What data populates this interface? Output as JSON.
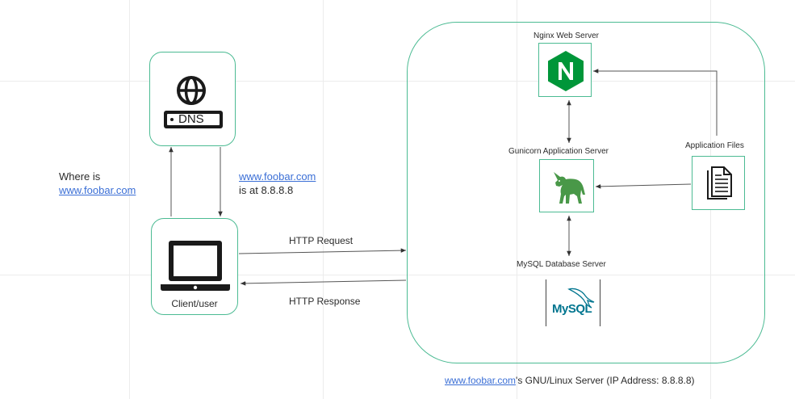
{
  "dns": {
    "label": "DNS"
  },
  "client": {
    "label": "Client/user"
  },
  "query": {
    "line1": "Where is",
    "domain": "www.foobar.com"
  },
  "answer": {
    "domain": "www.foobar.com",
    "line2": "is at 8.8.8.8"
  },
  "http": {
    "request": "HTTP Request",
    "response": "HTTP Response"
  },
  "server": {
    "nginx_title": "Nginx Web Server",
    "nginx_logo_letter": "N",
    "gunicorn_title": "Gunicorn Application Server",
    "files_title": "Application Files",
    "mysql_title": "MySQL Database Server",
    "mysql_logo_text": "MySQL",
    "caption_domain": "www.foobar.com",
    "caption_rest": "'s GNU/Linux Server (IP Address: 8.8.8.8)"
  },
  "colors": {
    "accent_border": "#4cbb93",
    "nginx_green": "#009639",
    "unicorn_green": "#499848",
    "link_blue": "#3b6fd6",
    "mysql_blue": "#00758f",
    "mysql_orange": "#f29111"
  },
  "icons": [
    "globe-icon",
    "laptop-icon",
    "nginx-logo",
    "unicorn-icon",
    "document-icon",
    "mysql-logo"
  ]
}
